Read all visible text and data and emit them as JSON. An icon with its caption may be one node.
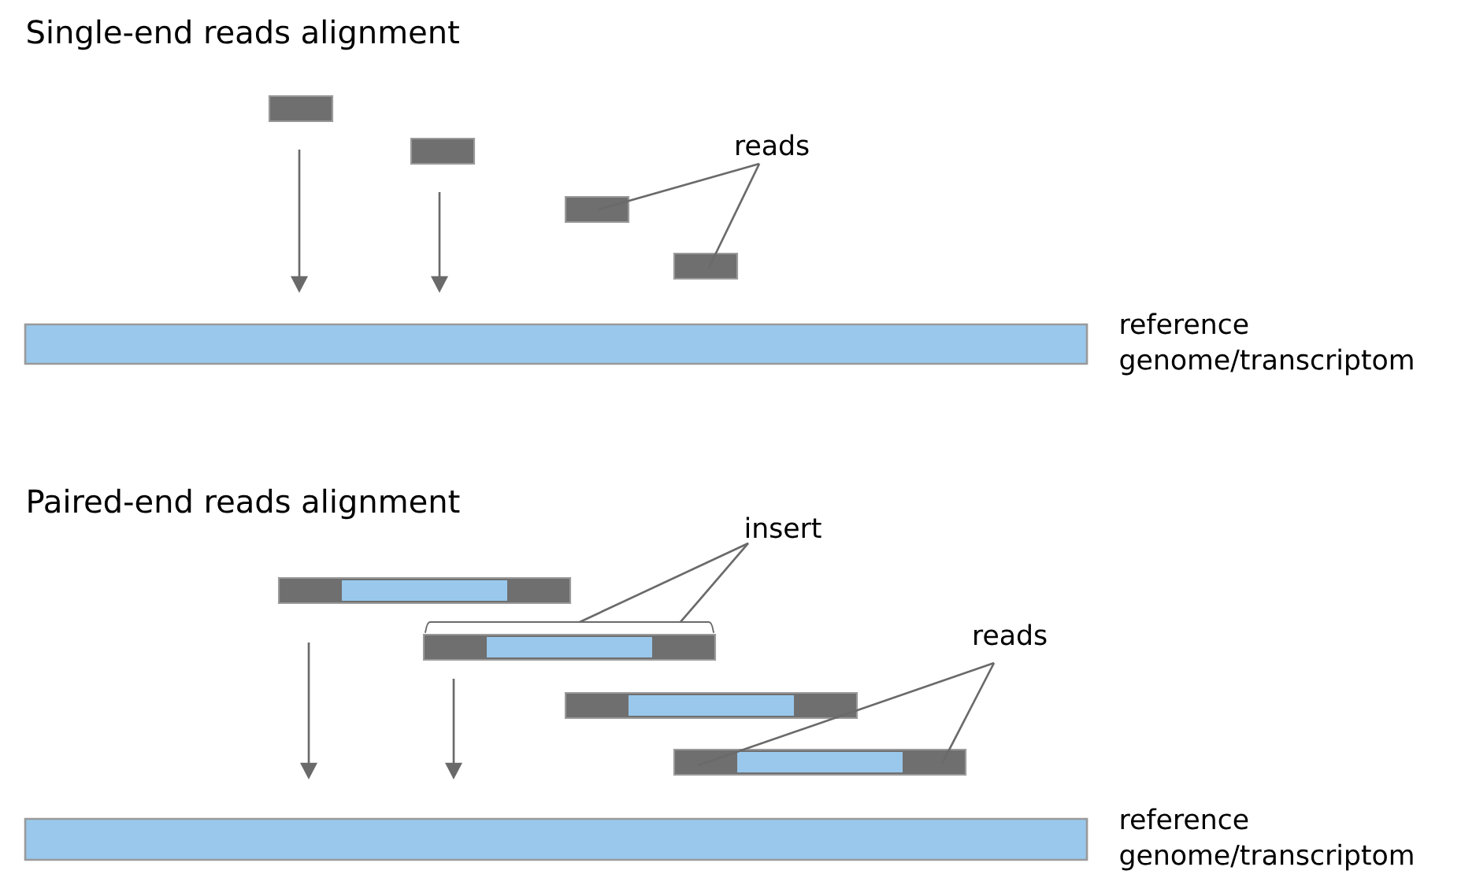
{
  "diagram": {
    "nodes": [
      {
        "text": [],
        "shape": "box"
      },
      {
        "text": [],
        "shape": "box"
      },
      {
        "text": [
          "reads"
        ]
      },
      {
        "text": [],
        "shape": "box"
      },
      {
        "text": [],
        "shape": "box"
      },
      {
        "text": [],
        "shape": "bar",
        "beside": [
          "reference genome/transcriptom"
        ]
      },
      {
        "text": [],
        "shape": "bar"
      },
      {
        "text": [
          "insert"
        ]
      },
      {
        "text": [],
        "shape": "bracket"
      },
      {
        "text": [],
        "shape": "bar"
      },
      {
        "text": [
          "reads"
        ]
      },
      {
        "text": [],
        "shape": "bar"
      },
      {
        "text": [],
        "shape": "bar"
      },
      {
        "text": [],
        "shape": "bar",
        "beside": [
          "reference genome/transcriptom"
        ]
      }
    ],
    "edges": [
      {
        "from": 0,
        "to": 5,
        "arrow": "to"
      },
      {
        "from": 1,
        "to": 5,
        "arrow": "to"
      },
      {
        "from": 2,
        "to": 3,
        "arrow": "none"
      },
      {
        "from": 2,
        "to": 4,
        "arrow": "none"
      },
      {
        "from": 7,
        "to": 8,
        "arrow": "none"
      },
      {
        "from": 7,
        "to": 8,
        "arrow": "none"
      },
      {
        "from": 10,
        "to": 12,
        "arrow": "none"
      },
      {
        "from": 10,
        "to": 12,
        "arrow": "none"
      },
      {
        "from": 6,
        "to": 13,
        "arrow": "to"
      },
      {
        "from": 9,
        "to": 13,
        "arrow": "to"
      }
    ],
    "labels": [
      "Single-end reads alignment",
      "Paired-end reads alignment"
    ]
  }
}
